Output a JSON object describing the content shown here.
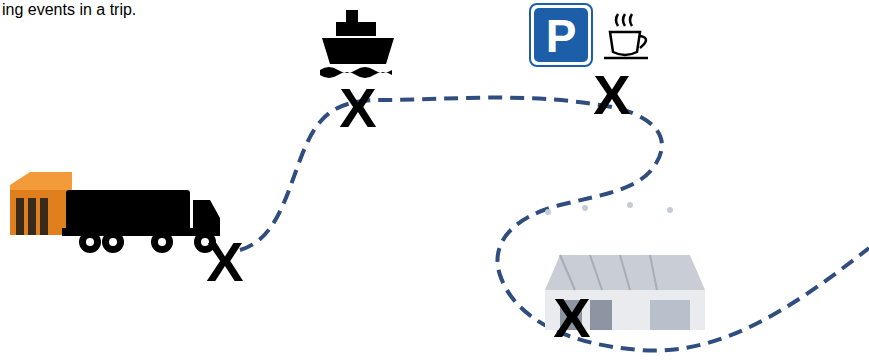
{
  "diagram": {
    "labels": [
      "ing events in a trip.",
      "X",
      "X",
      "X",
      "X",
      "P"
    ]
  }
}
